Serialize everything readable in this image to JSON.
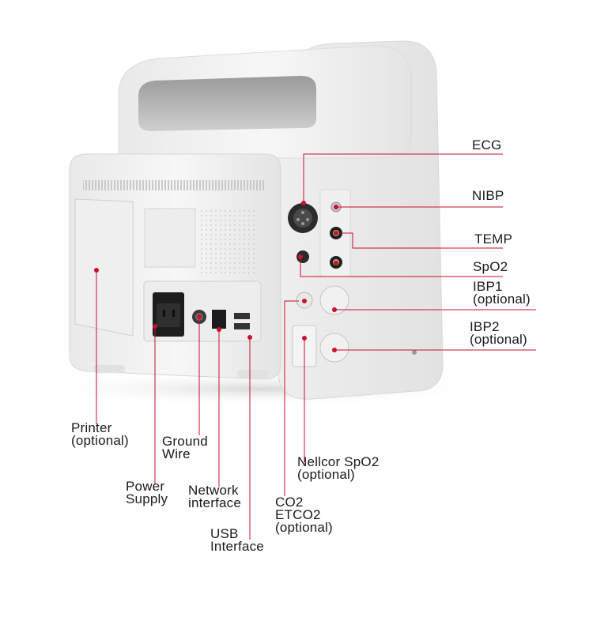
{
  "labels": {
    "ecg": "ECG",
    "nibp": "NIBP",
    "temp": "TEMP",
    "spo2": "SpO2",
    "ibp1": "IBP1\n(optional)",
    "ibp2": "IBP2\n(optional)",
    "printer": "Printer\n(optional)",
    "ground_wire": "Ground\nWire",
    "power_supply": "Power\nSupply",
    "network_interface": "Network\ninterface",
    "usb_interface": "USB\nInterface",
    "nellcor_spo2": "Nellcor SpO2\n(optional)",
    "co2": "CO2\nETCO2\n(optional)"
  },
  "colors": {
    "callout": "#c8102e",
    "device_body": "#f4f4f4",
    "text": "#1a1a1a"
  }
}
